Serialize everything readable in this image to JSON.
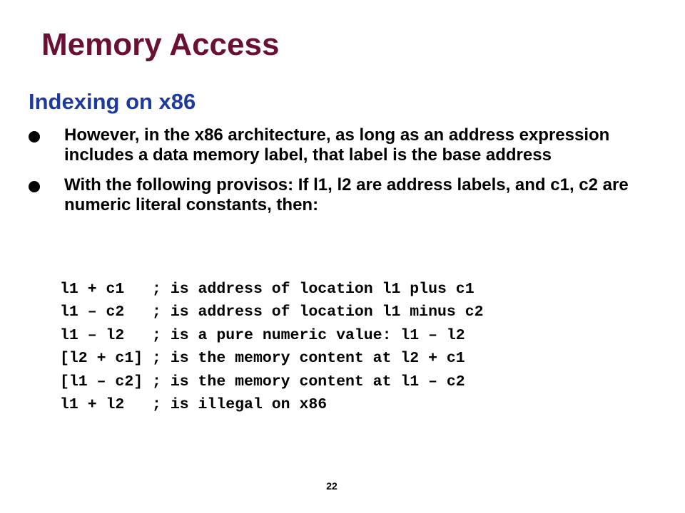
{
  "slide": {
    "title": "Memory Access",
    "subtitle": "Indexing on x86",
    "bullets": [
      "However, in the x86 architecture, as long as an address expression includes a data memory label, that label is the base address",
      "With the following provisos: If l1, l2 are address labels, and c1, c2 are numeric literal constants, then:"
    ],
    "code_lines": [
      "l1 + c1   ; is address of location l1 plus c1",
      "l1 – c2   ; is address of location l1 minus c2",
      "l1 – l2   ; is a pure numeric value: l1 – l2",
      "[l2 + c1] ; is the memory content at l2 + c1",
      "[l1 – c2] ; is the memory content at l1 – c2",
      "l1 + l2   ; is illegal on x86"
    ],
    "page_number": "22"
  },
  "colors": {
    "title": "#6b1035",
    "subtitle": "#1f3a9e",
    "body_text": "#000000",
    "background": "#ffffff"
  }
}
